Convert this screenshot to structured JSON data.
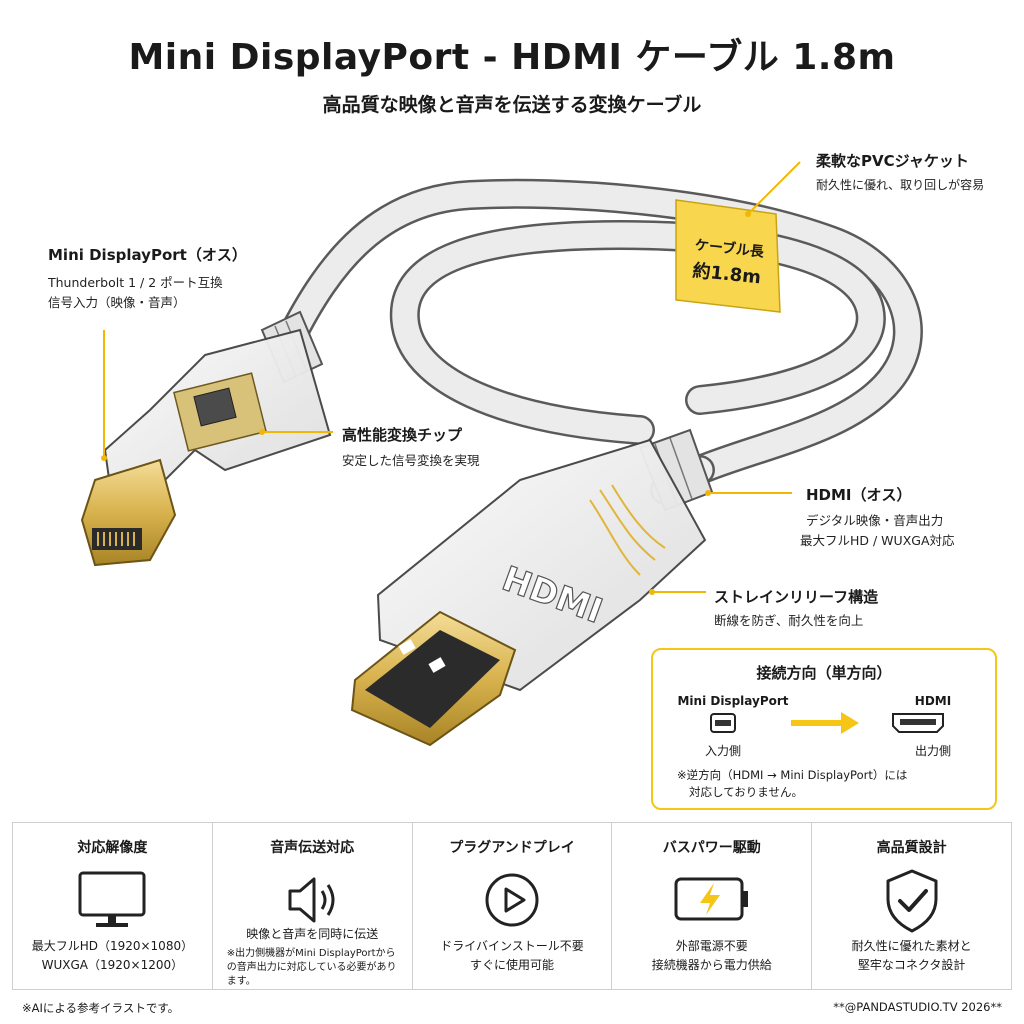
{
  "header": {
    "title": "Mini DisplayPort - HDMI ケーブル 1.8m",
    "subtitle": "高品質な映像と音声を伝送する変換ケーブル"
  },
  "callouts": {
    "mdp": {
      "title": "Mini DisplayPort（オス）",
      "line1": "Thunderbolt 1 / 2 ポート互換",
      "line2": "信号入力（映像・音声）"
    },
    "chip": {
      "title": "高性能変換チップ",
      "line1": "安定した信号変換を実現"
    },
    "jacket": {
      "title": "柔軟なPVCジャケット",
      "line1": "耐久性に優れ、取り回しが容易"
    },
    "hdmi": {
      "title": "HDMI（オス）",
      "line1": "デジタル映像・音声出力",
      "line2": "最大フルHD / WUXGA対応"
    },
    "strain": {
      "title": "ストレインリリーフ構造",
      "line1": "断線を防ぎ、耐久性を向上"
    }
  },
  "cable_tag": {
    "line1": "ケーブル長",
    "line2": "約1.8m"
  },
  "plug_text": "HDMI",
  "connection": {
    "title": "接続方向（単方向）",
    "left_name": "Mini DisplayPort",
    "left_sub": "入力側",
    "right_name": "HDMI",
    "right_sub": "出力側",
    "note_line1": "※逆方向（HDMI → Mini DisplayPort）には",
    "note_line2": "対応しておりません。"
  },
  "features": [
    {
      "title": "対応解像度",
      "icon": "monitor-icon",
      "desc1": "最大フルHD（1920×1080）",
      "desc2": "WUXGA（1920×1200）",
      "note": ""
    },
    {
      "title": "音声伝送対応",
      "icon": "speaker-icon",
      "desc1": "映像と音声を同時に伝送",
      "desc2": "",
      "note": "※出力側機器がMini DisplayPortからの音声出力に対応している必要があります。"
    },
    {
      "title": "プラグアンドプレイ",
      "icon": "play-icon",
      "desc1": "ドライバインストール不要",
      "desc2": "すぐに使用可能",
      "note": ""
    },
    {
      "title": "バスパワー駆動",
      "icon": "battery-bolt-icon",
      "desc1": "外部電源不要",
      "desc2": "接続機器から電力供給",
      "note": ""
    },
    {
      "title": "高品質設計",
      "icon": "shield-check-icon",
      "desc1": "耐久性に優れた素材と",
      "desc2": "堅牢なコネクタ設計",
      "note": ""
    }
  ],
  "footer": {
    "left": "※AIによる参考イラストです。",
    "right": "**@PANDASTUDIO.TV 2026**"
  },
  "colors": {
    "accent": "#f5c518",
    "gold": "#d9b24a",
    "cable": "#e9e9e9"
  }
}
